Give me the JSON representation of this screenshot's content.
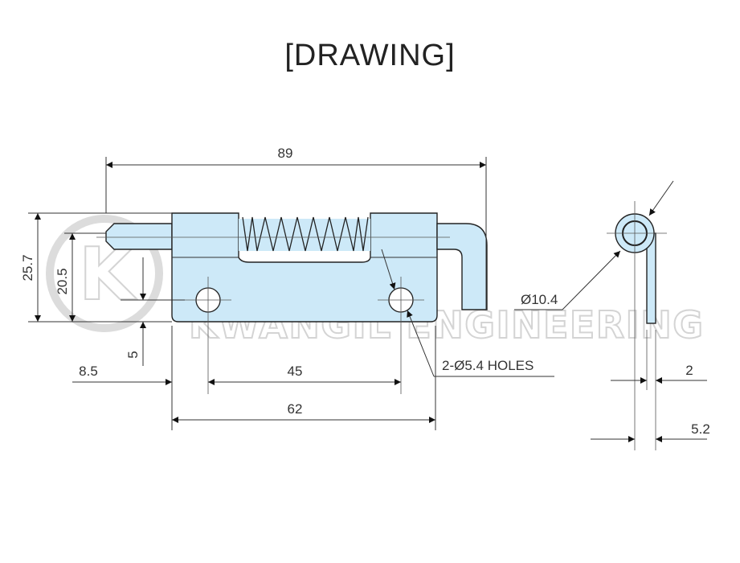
{
  "title": "[DRAWING]",
  "watermark": {
    "text": "KWANGIL ENGINEERING",
    "logo_letter": "K"
  },
  "colors": {
    "part_fill": "#cde9f8",
    "line": "#333333"
  },
  "dimensions": {
    "overall_length": "89",
    "height_total": "25.7",
    "height_plate": "20.5",
    "hole_edge_offset": "5",
    "hole_offset_left": "8.5",
    "hole_spacing": "45",
    "plate_length": "62",
    "holes_note": "2-Ø5.4 HOLES",
    "pin_diameter": "Ø10.4",
    "plate_thickness": "2",
    "side_width": "5.2"
  }
}
